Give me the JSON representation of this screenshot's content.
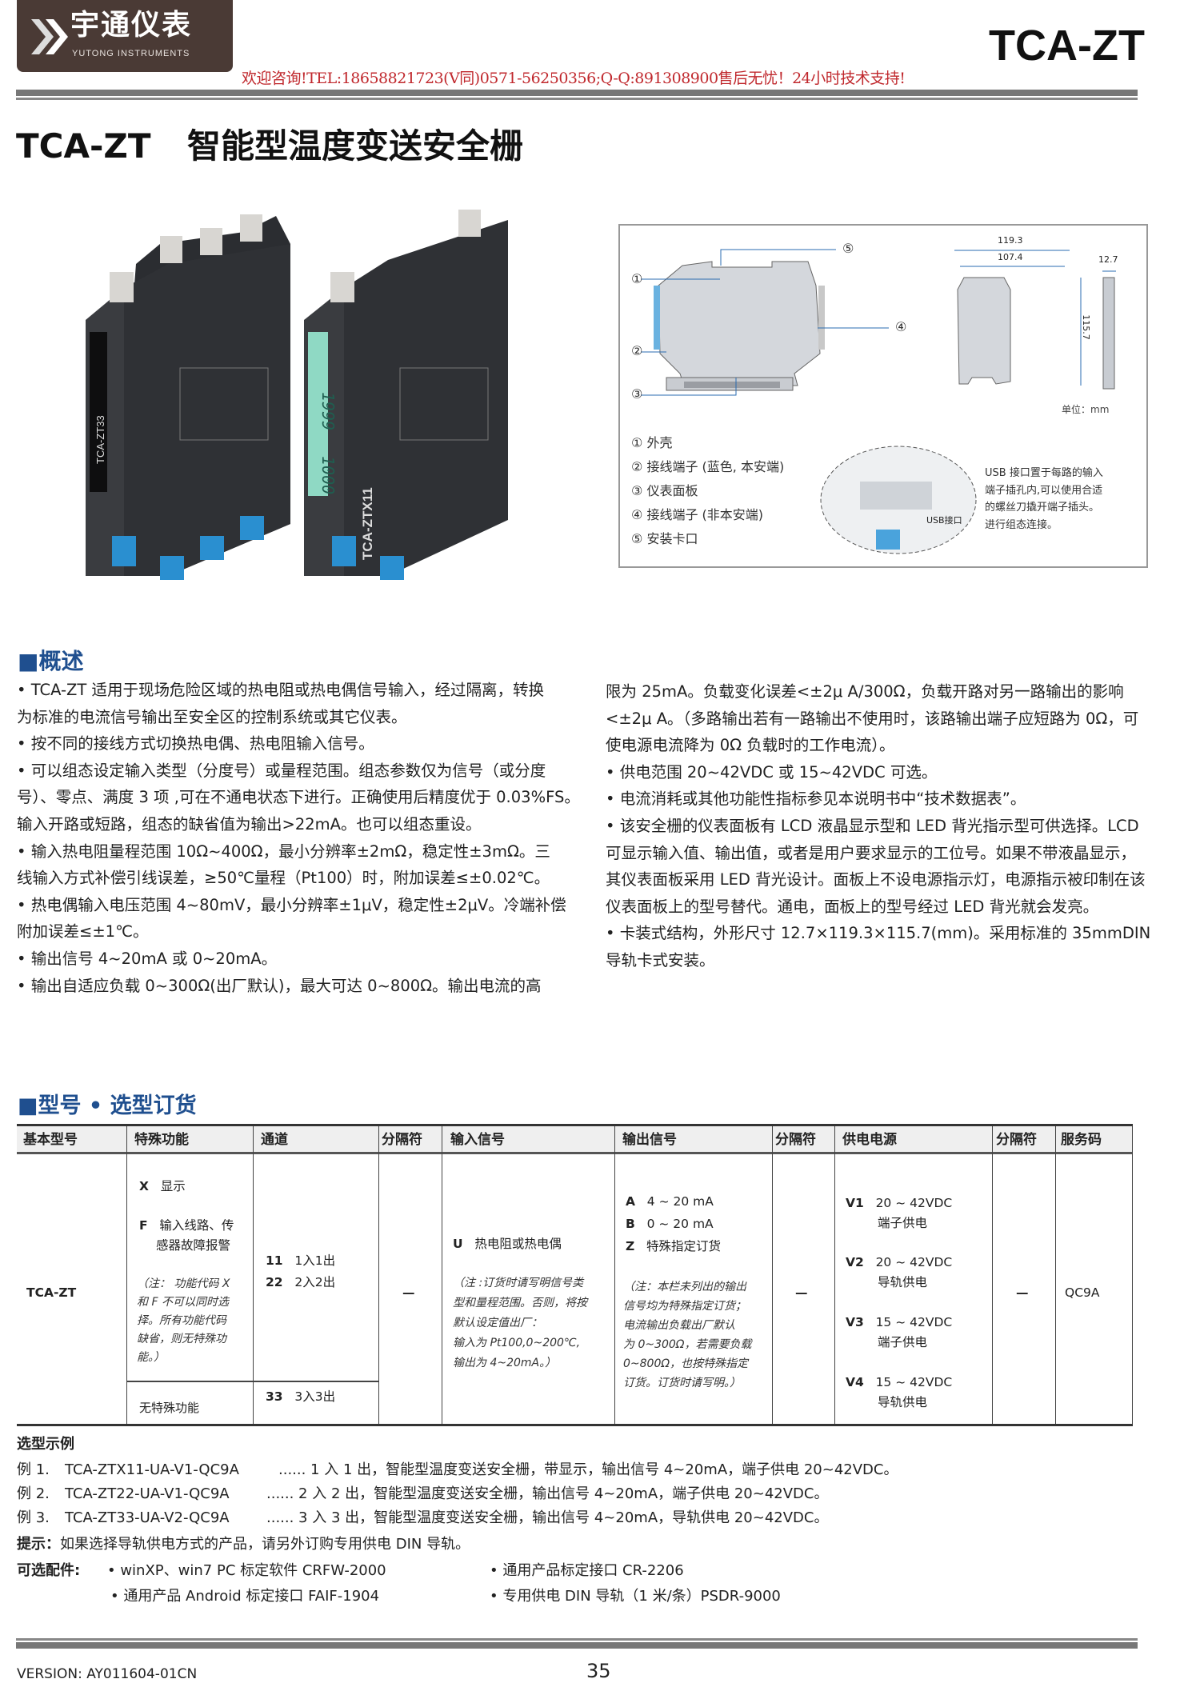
{
  "header": {
    "logo_cn": "宇通仪表",
    "logo_en": "YUTONG INSTRUMENTS",
    "model": "TCA-ZT",
    "contact": "欢迎咨询!TEL:18658821723(V同)0571-56250356;Q-Q:891308900售后无忧！24小时技术支持!"
  },
  "title": {
    "model": "TCA-ZT",
    "name": "智能型温度变送安全栅"
  },
  "product_photo": {
    "device1_label": "TCA-ZT33",
    "device2_label": "TCA-ZTX11",
    "lcd_top": "1999",
    "lcd_bottom": "1000"
  },
  "diagram": {
    "callouts": [
      "①",
      "②",
      "③",
      "④",
      "⑤"
    ],
    "dims": {
      "width_outer": "119.3",
      "width_inner": "107.4",
      "thickness": "12.7",
      "height": "115.7"
    },
    "unit": "单位：mm",
    "legend": [
      {
        "num": "①",
        "label": "外壳"
      },
      {
        "num": "②",
        "label": "接线端子 (蓝色, 本安端)"
      },
      {
        "num": "③",
        "label": "仪表面板"
      },
      {
        "num": "④",
        "label": "接线端子 (非本安端)"
      },
      {
        "num": "⑤",
        "label": "安装卡口"
      }
    ],
    "usb_label": "USB接口",
    "usb_note": [
      "USB 接口置于每路的输入",
      "端子插孔内,可以使用合适",
      "的螺丝刀撬开端子插头。",
      "进行组态连接。"
    ]
  },
  "overview": {
    "heading": "■概述",
    "left_lines": [
      "• TCA-ZT  适用于现场危险区域的热电阻或热电偶信号输入，经过隔离，转换",
      "为标准的电流信号输出至安全区的控制系统或其它仪表。",
      "•  按不同的接线方式切换热电偶、热电阻输入信号。",
      "•  可以组态设定输入类型（分度号）或量程范围。组态参数仅为信号（或分度",
      "号）、零点、满度 3 项 ,可在不通电状态下进行。正确使用后精度优于 0.03%FS。",
      "输入开路或短路，组态的缺省值为输出>22mA。也可以组态重设。",
      "•  输入热电阻量程范围 10Ω~400Ω，最小分辨率±2mΩ，稳定性±3mΩ。三",
      "线输入方式补偿引线误差，≥50℃量程（Pt100）时，附加误差≤±0.02℃。",
      "•  热电偶输入电压范围 4~80mV，最小分辨率±1μV，稳定性±2μV。冷端补偿",
      "附加误差≤±1℃。",
      "•  输出信号 4~20mA 或 0~20mA。",
      "•  输出自适应负载 0~300Ω(出厂默认)，最大可达 0~800Ω。输出电流的高"
    ],
    "right_lines": [
      "限为 25mA。负载变化误差<±2μ A/300Ω，负载开路对另一路输出的影响",
      "<±2μ A。（多路输出若有一路输出不使用时，该路输出端子应短路为 0Ω，可",
      "使电源电流降为 0Ω 负载时的工作电流）。",
      "•  供电范围 20~42VDC 或 15~42VDC 可选。",
      "•  电流消耗或其他功能性指标参见本说明书中“技术数据表”。",
      "•  该安全栅的仪表面板有 LCD 液晶显示型和 LED 背光指示型可供选择。LCD",
      "可显示输入值、输出值，或者是用户要求显示的工位号。如果不带液晶显示，",
      "其仪表面板采用 LED 背光设计。面板上不设电源指示灯，电源指示被印制在该",
      "仪表面板上的型号替代。通电，面板上的型号经过 LED 背光就会发亮。",
      "•  卡装式结构，外形尺寸  12.7×119.3×115.7(mm)。采用标准的  35mmDIN",
      "导轨卡式安装。"
    ]
  },
  "ordering": {
    "heading": "■型号 • 选型订货",
    "headers": [
      "基本型号",
      "特殊功能",
      "通道",
      "分隔符",
      "输入信号",
      "输出信号",
      "分隔符",
      "供电电源",
      "分隔符",
      "服务码"
    ],
    "base_model": "TCA-ZT",
    "separator": "—",
    "service_code": "QC9A",
    "special": {
      "x_code": "X",
      "x_label": "显示",
      "f_code": "F",
      "f_label_1": "输入线路、传",
      "f_label_2": "感器故障报警",
      "note": [
        "（注：  功能代码 X",
        "和 F 不可以同时选",
        "择。所有功能代码",
        "缺省，则无特殊功",
        "能。）"
      ],
      "none": "无特殊功能"
    },
    "channels": [
      {
        "code": "11",
        "label": "1入1出"
      },
      {
        "code": "22",
        "label": "2入2出"
      },
      {
        "code": "33",
        "label": "3入3出"
      }
    ],
    "input": {
      "code": "U",
      "label": "热电阻或热电偶",
      "note": [
        "（注 :订货时请写明信号类",
        "型和量程范围。否则，将按",
        "默认设定值出厂：",
        "输入为 Pt100,0~200℃,",
        "输出为 4~20mA。）"
      ]
    },
    "output": {
      "options": [
        {
          "code": "A",
          "label": "4 ~ 20 mA"
        },
        {
          "code": "B",
          "label": "0 ~ 20 mA"
        },
        {
          "code": "Z",
          "label": "特殊指定订货"
        }
      ],
      "note": [
        "（注：本栏未列出的输出",
        "信号均为特殊指定订货；",
        "电流输出负载出厂默认",
        "为 0~300Ω，若需要负载",
        "0~800Ω，也按特殊指定",
        "订货。订货时请写明。）"
      ]
    },
    "power": [
      {
        "code": "V1",
        "range": "20 ~ 42VDC",
        "type": "端子供电"
      },
      {
        "code": "V2",
        "range": "20 ~ 42VDC",
        "type": "导轨供电"
      },
      {
        "code": "V3",
        "range": "15 ~ 42VDC",
        "type": "端子供电"
      },
      {
        "code": "V4",
        "range": "15 ~ 42VDC",
        "type": "导轨供电"
      }
    ]
  },
  "examples": {
    "heading": "选型示例",
    "items": [
      {
        "label": "例 1.",
        "code": "TCA-ZTX11-UA-V1-QC9A",
        "desc": "...... 1 入 1 出，智能型温度变送安全栅，带显示，输出信号 4~20mA，端子供电 20~42VDC。"
      },
      {
        "label": "例 2.",
        "code": "TCA-ZT22-UA-V1-QC9A",
        "desc": "...... 2 入 2 出，智能型温度变送安全栅，输出信号 4~20mA，端子供电 20~42VDC。"
      },
      {
        "label": "例 3.",
        "code": "TCA-ZT33-UA-V2-QC9A",
        "desc": "...... 3 入 3 出，智能型温度变送安全栅，输出信号 4~20mA，导轨供电 20~42VDC。"
      }
    ],
    "tip_label": "提示：",
    "tip_text": "如果选择导轨供电方式的产品，请另外订购专用供电 DIN 导轨。",
    "accessories_label": "可选配件:",
    "accessories": [
      "• winXP、win7 PC 标定软件 CRFW-2000",
      "• 通用产品标定接口 CR-2206",
      "• 通用产品 Android 标定接口 FAIF-1904",
      "• 专用供电 DIN 导轨（1 米/条）PSDR-9000"
    ]
  },
  "footer": {
    "version": "VERSION: AY011604-01CN",
    "page": "35"
  },
  "colors": {
    "brand_brown": "#4a3a35",
    "contact_red": "#c0282d",
    "heading_blue": "#1f4f8f",
    "terminal_blue": "#2a8fd0"
  }
}
